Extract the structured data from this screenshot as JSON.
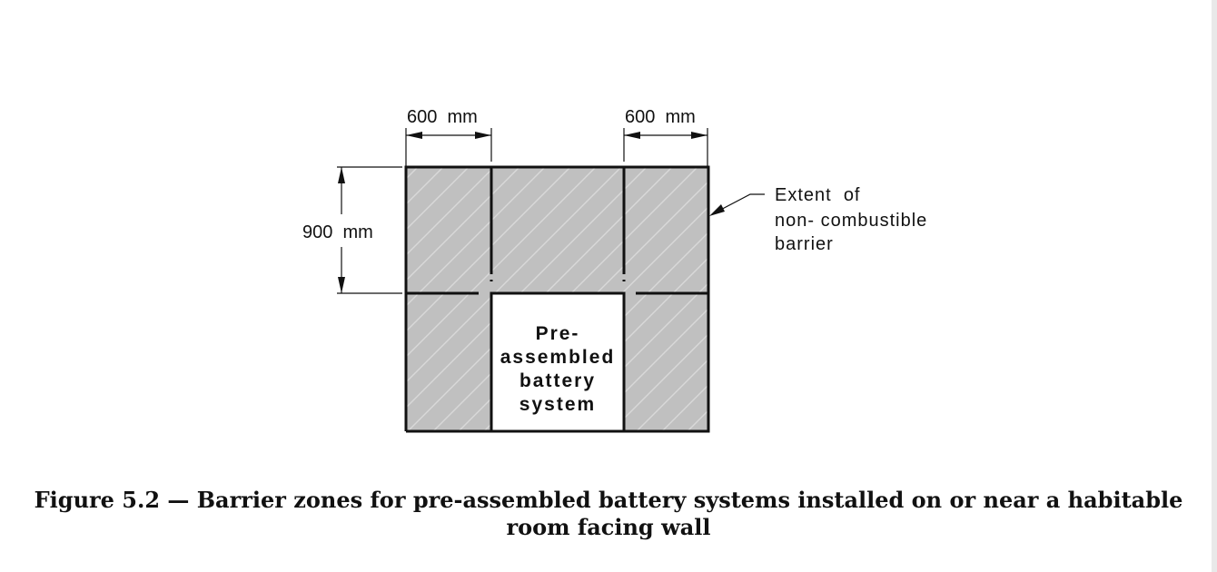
{
  "diagram": {
    "dim_top_left": "600  mm",
    "dim_top_right": "600  mm",
    "dim_left": "900  mm",
    "callout_lines": [
      "Extent  of",
      "non- combustible",
      "barrier"
    ],
    "box_lines": [
      "Pre-",
      "assembled",
      "battery",
      "system"
    ]
  },
  "caption": {
    "line1": "Figure 5.2 — Barrier zones for pre-assembled battery systems installed on or near a habitable",
    "line2": "room facing wall"
  },
  "colors": {
    "barrier_fill": "#c0c0c0",
    "hatch": "#d6d6d6",
    "line": "#111111"
  }
}
